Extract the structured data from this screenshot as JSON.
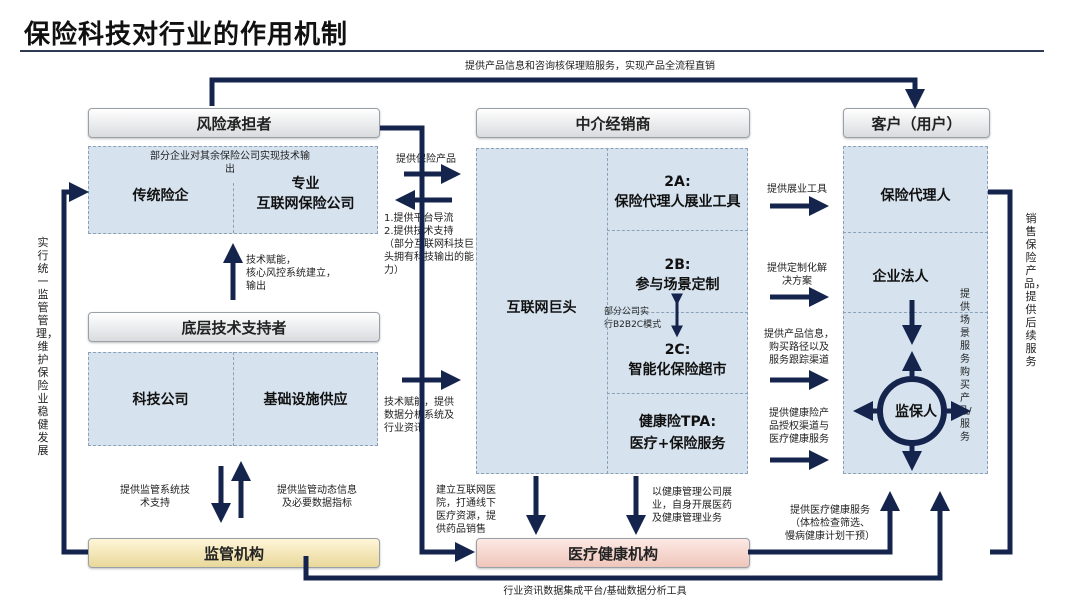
{
  "title": "保险科技对行业的作用机制",
  "headers": {
    "risk_bearer": "风险承担者",
    "intermediary": "中介经销商",
    "customer": "客户（用户）",
    "tech_support": "底层技术支持者",
    "regulator": "监管机构",
    "medical": "医疗健康机构"
  },
  "cells": {
    "traditional_insurer": "传统险企",
    "online_insurer_line1": "专业",
    "online_insurer_line2": "互联网保险公司",
    "tech_company": "科技公司",
    "infra_provider": "基础设施供应",
    "internet_giant": "互联网巨头",
    "2a_line1": "2A:",
    "2a_line2": "保险代理人展业工具",
    "2b_line1": "2B:",
    "2b_line2": "参与场景定制",
    "2c_line1": "2C:",
    "2c_line2": "智能化保险超市",
    "tpa_line1": "健康险TPA:",
    "tpa_line2": "医疗+保险服务",
    "agent": "保险代理人",
    "enterprise": "企业法人",
    "insured": "监保人"
  },
  "notes": {
    "top_flow": "提供产品信息和咨询核保理赔服务，实现产品全流程直销",
    "bottom_flow": "行业资讯数据集成平台/基础数据分析工具",
    "some_insurers": "部分企业对其余保险公司实现技术输出",
    "provide_products": "提供保险产品",
    "platform_support": "1.提供平台导流\n2.提供技术支持\n（部分互联网科技巨头拥有科技输出的能力）",
    "tech_empower": "技术赋能，\n核心风控系统建立，\n输出",
    "tech_empower2": "技术赋能，提供\n数据分析系统及\n行业资讯",
    "some_companies": "部分公司实\n行B2B2C模式",
    "sales_tools": "提供展业工具",
    "custom_solutions": "提供定制化解\n决方案",
    "product_info": "提供产品信息，\n购买路径以及\n服务跟踪渠道",
    "health_products": "提供健康险产\n品授权渠道与\n医疗健康服务",
    "reg_tech": "提供监管系统技\n术支持",
    "reg_data": "提供监管动态信息\n及必要数据指标",
    "build_hospitals": "建立互联网医\n院，打通线下\n医疗资源，提\n供药品销售",
    "health_mgmt": "以健康管理公司展\n业，自身开展医药\n及健康管理业务",
    "medical_services": "提供医疗健康服务\n（体检检查筛选、\n慢病健康计划干预）",
    "left_vertical": "实行统一监管管理，维护保险业稳健发展",
    "right_vertical": "销售保险产品，提供后续服务",
    "scenario_service": "提供场景服务",
    "buy_products": "购买产品/服务"
  },
  "colors": {
    "arrow": "#14244d",
    "cell_fill": "#d6e3ef"
  }
}
